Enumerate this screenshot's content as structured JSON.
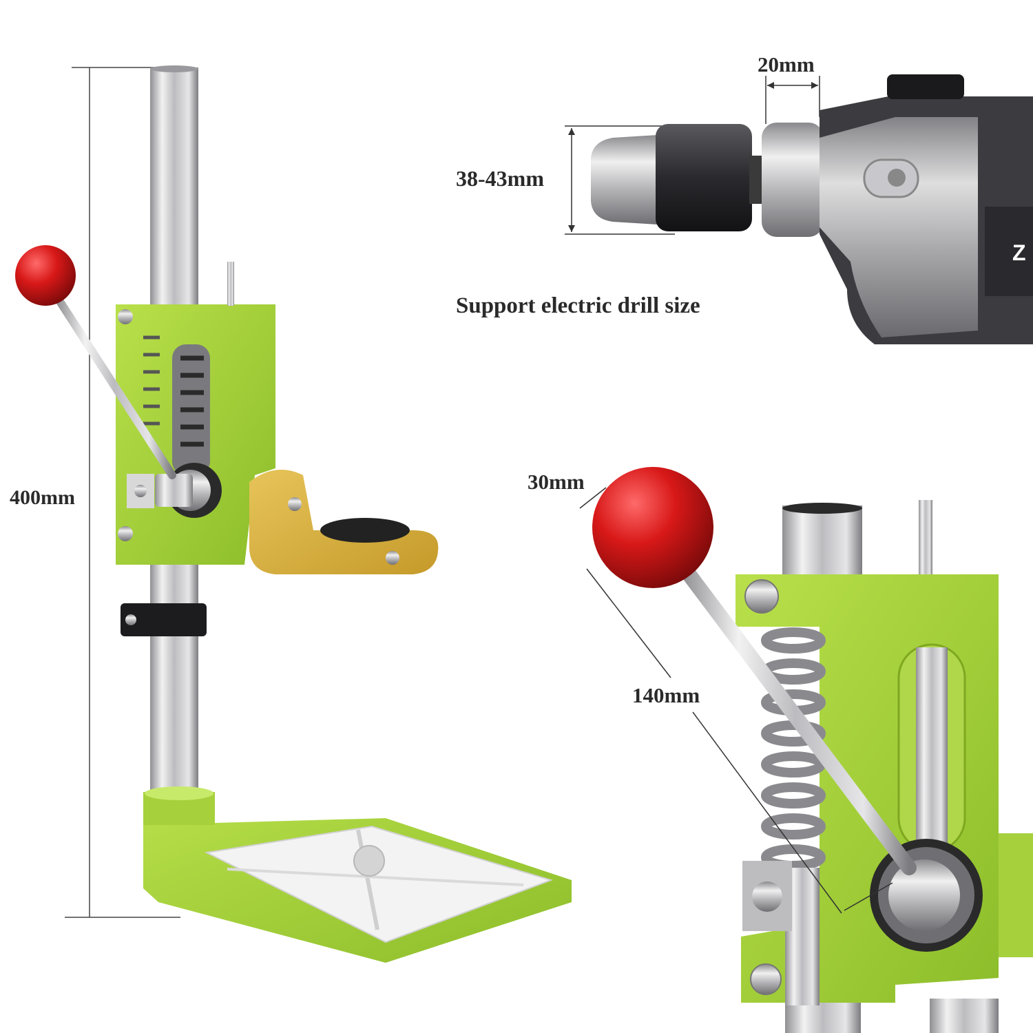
{
  "dimensions": {
    "height_label": "400mm",
    "neck_label": "20mm",
    "chuck_label": "38-43mm",
    "support_caption": "Support electric drill size",
    "knob_label": "30mm",
    "lever_label": "140mm"
  },
  "colors": {
    "frame_green": "#a6d03c",
    "clamp_gold": "#d6ae3e",
    "knob_red": "#d81818"
  }
}
